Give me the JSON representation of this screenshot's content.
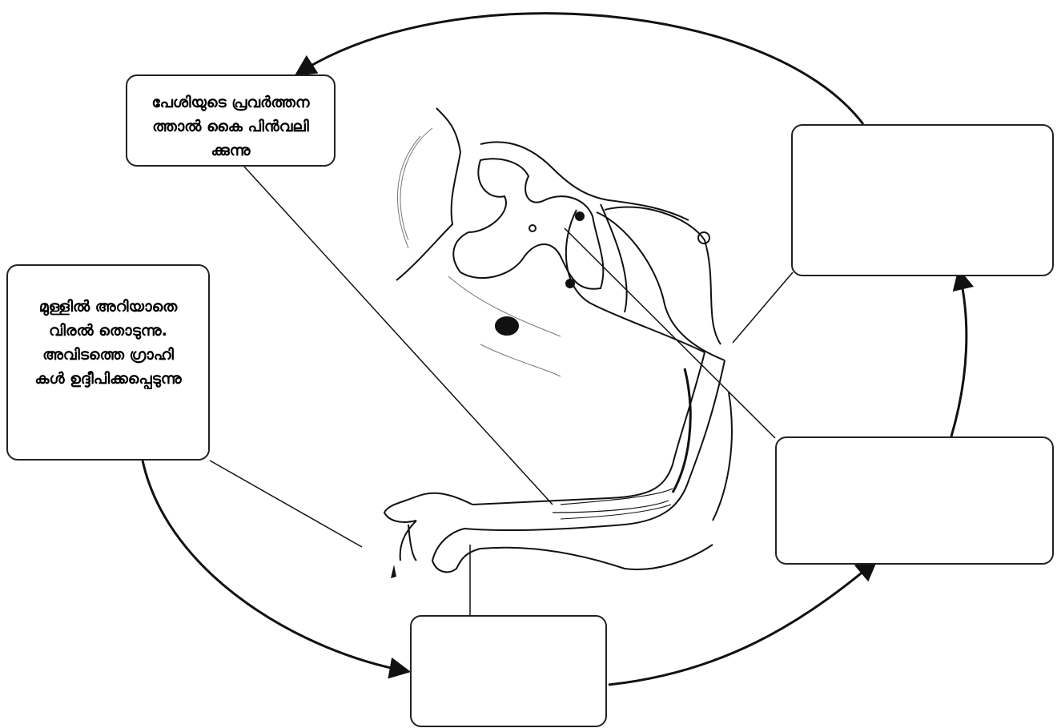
{
  "steps": {
    "muscle_action": "പേശിയുടെ പ്രവർത്തന ത്താൽ കൈ പിൻവലി ക്കുന്നു",
    "muscle_action_lines": [
      "പേശിയുടെ പ്രവർത്തന",
      "ത്താൽ കൈ പിൻവലി",
      "ക്കുന്നു"
    ],
    "stimulus_lines": [
      "മുള്ളിൽ അറിയാതെ",
      "വിരൽ തൊടുന്നു.",
      "അവിടത്തെ ഗ്രാഹി",
      "കൾ ഉദ്ദീപിക്കപ്പെടുന്നു"
    ],
    "right_top": "",
    "right_bottom": "",
    "bottom": ""
  },
  "icons": [
    "spinal-cord-illustration",
    "arm-illustration",
    "thorn-icon"
  ]
}
